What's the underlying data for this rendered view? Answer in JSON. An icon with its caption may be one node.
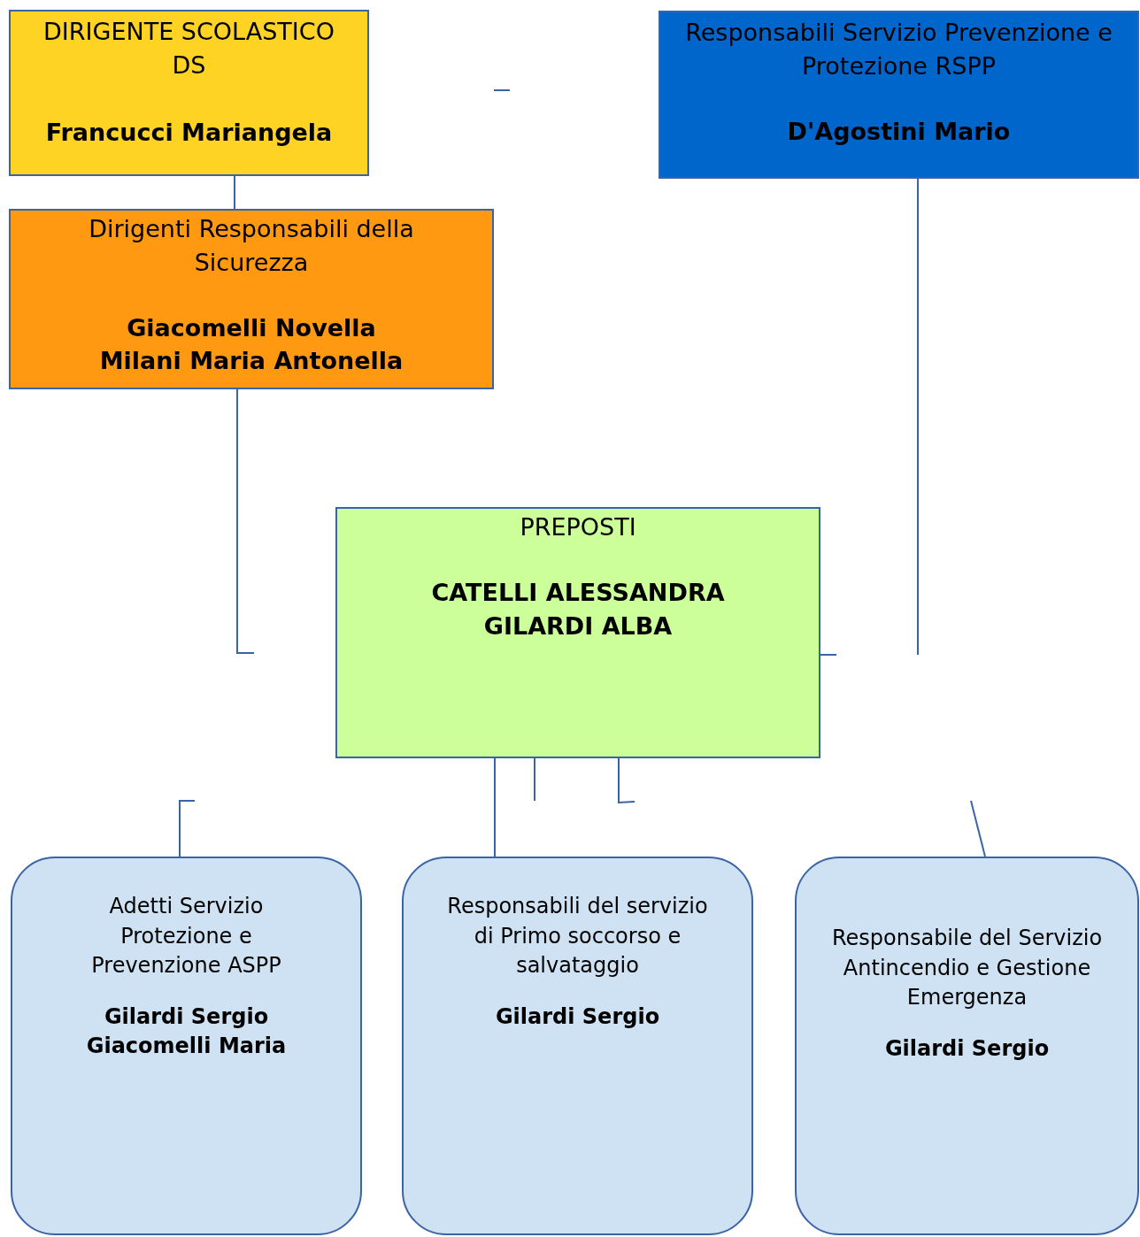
{
  "diagram": {
    "nodes": [
      {
        "text": [
          "DIRIGENTE SCOLASTICO DS",
          "Francucci Mariangela"
        ]
      },
      {
        "text": [
          "Responsabili Servizio Prevenzione e Protezione RSPP",
          "D'Agostini Mario"
        ]
      },
      {
        "text": [
          "Dirigenti Responsabili della Sicurezza",
          "Giacomelli Novella",
          "Milani Maria Antonella"
        ]
      },
      {
        "text": [
          "PREPOSTI",
          "CATELLI ALESSANDRA",
          "GILARDI ALBA"
        ]
      },
      {
        "text": [
          "Adetti Servizio Protezione e Prevenzione ASPP",
          "Gilardi Sergio",
          "Giacomelli Maria"
        ]
      },
      {
        "text": [
          "Responsabili del servizio di Primo soccorso e salvataggio",
          "Gilardi Sergio"
        ]
      },
      {
        "text": [
          "Responsabile del Servizio Antincendio e Gestione Emergenza",
          "Gilardi Sergio"
        ]
      }
    ],
    "edges": [
      {
        "from": 0,
        "to": 2,
        "arrow": "none"
      },
      {
        "from": 2,
        "to": null,
        "arrow": "none"
      },
      {
        "from": 1,
        "to": null,
        "arrow": "none"
      },
      {
        "from": 3,
        "to": null,
        "arrow": "none"
      },
      {
        "from": 3,
        "to": 5,
        "arrow": "none"
      },
      {
        "from": 3,
        "to": null,
        "arrow": "none"
      },
      {
        "from": 3,
        "to": null,
        "arrow": "none"
      },
      {
        "from": null,
        "to": 4,
        "arrow": "none"
      },
      {
        "from": null,
        "to": 6,
        "arrow": "none"
      }
    ]
  }
}
